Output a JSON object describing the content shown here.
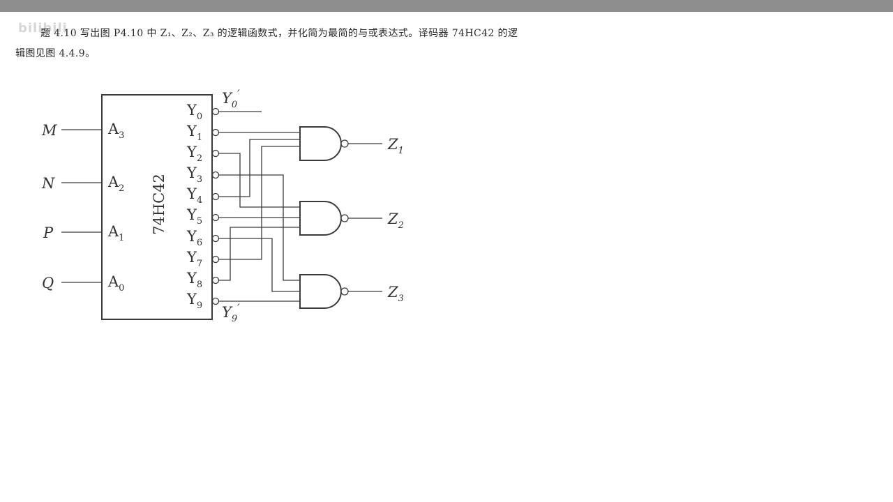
{
  "problem": {
    "line1": "题 4.10  写出图 P4.10 中 Z₁、Z₂、Z₃ 的逻辑函数式，并化简为最简的与或表达式。译码器 74HC42 的逻",
    "line2": "辑图见图 4.4.9。"
  },
  "watermark": "bilibili",
  "diagram": {
    "chip_name": "74HC42",
    "inputs": [
      {
        "signal": "M",
        "pin": "A",
        "sub": "3"
      },
      {
        "signal": "N",
        "pin": "A",
        "sub": "2"
      },
      {
        "signal": "P",
        "pin": "A",
        "sub": "1"
      },
      {
        "signal": "Q",
        "pin": "A",
        "sub": "0"
      }
    ],
    "outputs": [
      {
        "pin": "Y",
        "sub": "0"
      },
      {
        "pin": "Y",
        "sub": "1"
      },
      {
        "pin": "Y",
        "sub": "2"
      },
      {
        "pin": "Y",
        "sub": "3"
      },
      {
        "pin": "Y",
        "sub": "4"
      },
      {
        "pin": "Y",
        "sub": "5"
      },
      {
        "pin": "Y",
        "sub": "6"
      },
      {
        "pin": "Y",
        "sub": "7"
      },
      {
        "pin": "Y",
        "sub": "8"
      },
      {
        "pin": "Y",
        "sub": "9"
      }
    ],
    "y0_prime": {
      "base": "Y",
      "sub": "0",
      "prime": "′"
    },
    "y9_prime": {
      "base": "Y",
      "sub": "9",
      "prime": "′"
    },
    "gate_outputs": [
      {
        "base": "Z",
        "sub": "1"
      },
      {
        "base": "Z",
        "sub": "2"
      },
      {
        "base": "Z",
        "sub": "3"
      }
    ]
  }
}
